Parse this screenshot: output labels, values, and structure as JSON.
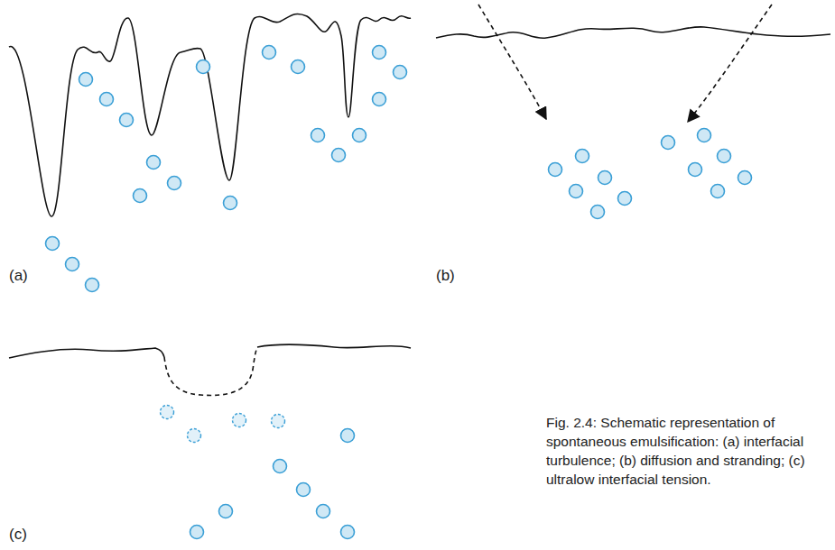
{
  "diagram": {
    "caption": "Fig. 2.4: Schematic representation of spontaneous emulsification: (a) interfacial turbulence; (b) diffusion and stranding; (c) ultralow interfacial tension.",
    "labels": [
      "(a)",
      "(b)",
      "(c)"
    ]
  }
}
